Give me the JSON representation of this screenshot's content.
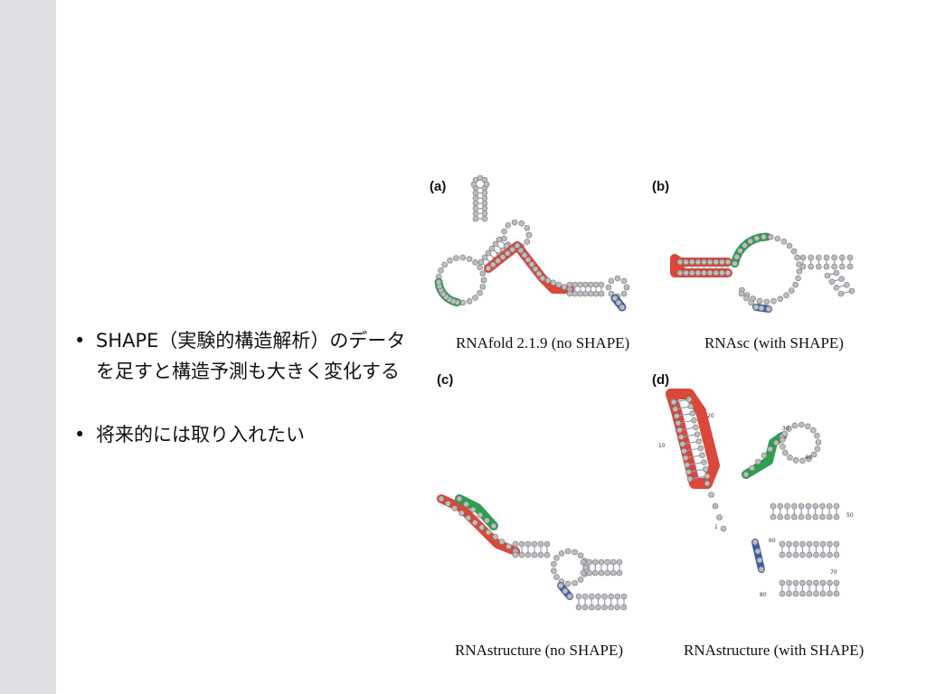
{
  "slide": {
    "bullets": [
      {
        "marker": "•",
        "text": "SHAPE（実験的構造解析）のデータを足すと構造予測も大きく変化する"
      },
      {
        "marker": "•",
        "text": "将来的には取り入れたい"
      }
    ]
  },
  "figure": {
    "panels": [
      {
        "letter": "(a)",
        "caption": "RNAfold 2.1.9 (no SHAPE)"
      },
      {
        "letter": "(b)",
        "caption": "RNAsc (with SHAPE)"
      },
      {
        "letter": "(c)",
        "caption": "RNAstructure (no SHAPE)"
      },
      {
        "letter": "(d)",
        "caption": "RNAstructure (with SHAPE)",
        "labels": [
          "10",
          "20",
          "30",
          "40",
          "50",
          "60",
          "70",
          "80",
          "1"
        ]
      }
    ],
    "colors": {
      "red": "#d9483b",
      "green": "#2e9e4f",
      "blue": "#3a5fa8",
      "node": "#bdbdbd",
      "pair": "#8f98c8"
    }
  }
}
